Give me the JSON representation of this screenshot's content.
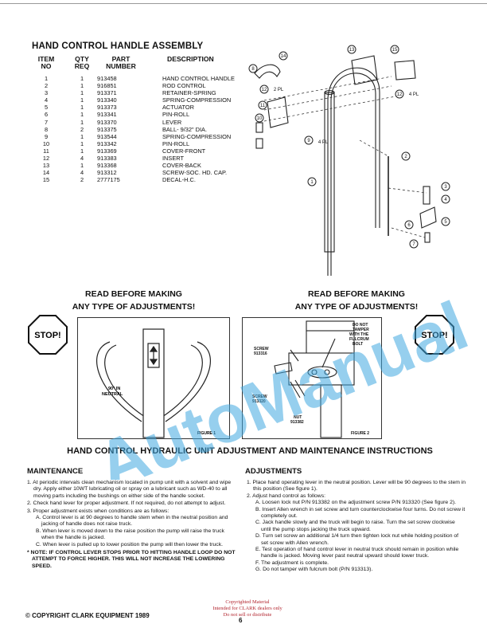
{
  "header": {
    "title": "HAND CONTROL HANDLE ASSEMBLY"
  },
  "parts_table": {
    "col_item": [
      "ITEM",
      "NO"
    ],
    "col_qty": [
      "QTY",
      "REQ"
    ],
    "col_part": [
      "PART",
      "NUMBER"
    ],
    "col_desc": "DESCRIPTION",
    "rows": [
      {
        "item": "1",
        "qty": "1",
        "part": "913458",
        "desc": "HAND CONTROL HANDLE"
      },
      {
        "item": "2",
        "qty": "1",
        "part": "916851",
        "desc": "ROD CONTROL"
      },
      {
        "item": "3",
        "qty": "1",
        "part": "913371",
        "desc": "RETAINER-SPRING"
      },
      {
        "item": "4",
        "qty": "1",
        "part": "913340",
        "desc": "SPRING-COMPRESSION"
      },
      {
        "item": "5",
        "qty": "1",
        "part": "913373",
        "desc": "ACTUATOR"
      },
      {
        "item": "6",
        "qty": "1",
        "part": "913341",
        "desc": "PIN-ROLL"
      },
      {
        "item": "7",
        "qty": "1",
        "part": "913370",
        "desc": "LEVER"
      },
      {
        "item": "8",
        "qty": "2",
        "part": "913375",
        "desc": "BALL- 9/32\" DIA."
      },
      {
        "item": "9",
        "qty": "1",
        "part": "913544",
        "desc": "SPRING-COMPRESSION"
      },
      {
        "item": "10",
        "qty": "1",
        "part": "913342",
        "desc": "PIN-ROLL"
      },
      {
        "item": "11",
        "qty": "1",
        "part": "913369",
        "desc": "COVER-FRONT"
      },
      {
        "item": "12",
        "qty": "4",
        "part": "913383",
        "desc": "INSERT"
      },
      {
        "item": "13",
        "qty": "1",
        "part": "913368",
        "desc": "COVER-BACK"
      },
      {
        "item": "14",
        "qty": "4",
        "part": "913312",
        "desc": "SCREW-SOC. HD. CAP."
      },
      {
        "item": "15",
        "qty": "2",
        "part": "2777175",
        "desc": "DECAL-H.C."
      }
    ]
  },
  "diagram": {
    "callouts": [
      "1",
      "2",
      "3",
      "4",
      "5",
      "6",
      "7",
      "8",
      "9",
      "10",
      "11",
      "12",
      "13",
      "14",
      "15"
    ],
    "qty_notes": [
      "2 PL",
      "4 PL",
      "4 PL"
    ]
  },
  "warnings": {
    "read_line1": "READ BEFORE MAKING",
    "read_line2": "ANY TYPE OF ADJUSTMENTS!",
    "stop": "STOP!"
  },
  "figure1": {
    "neutral_label": [
      "90° IN",
      "NEUTRAL"
    ],
    "caption": "FIGURE 1"
  },
  "figure2": {
    "tamper": [
      "DO NOT",
      "TAMPER",
      "WITH THE",
      "FULCRUM",
      "BOLT"
    ],
    "screw1": [
      "SCREW",
      "913316"
    ],
    "screw2": [
      "SCREW",
      "913320"
    ],
    "nut": [
      "NUT",
      "913382"
    ],
    "caption": "FIGURE 2"
  },
  "section_title": "HAND CONTROL HYDRAULIC UNIT ADJUSTMENT AND MAINTENANCE INSTRUCTIONS",
  "maintenance": {
    "heading": "MAINTENANCE",
    "lines": [
      {
        "cls": "num",
        "text": "1. At periodic intervals clean mechanism located in pump unit with a solvent and wipe dry. Apply either 10WT lubricating oil or spray on a lubricant such as WD-40 to all moving parts including the bushings on either side of the handle socket."
      },
      {
        "cls": "num gap",
        "text": "2. Check hand lever for proper adjustment. If not required, do not attempt to adjust."
      },
      {
        "cls": "num gap",
        "text": "3. Proper adjustment exists when conditions are as follows:"
      },
      {
        "cls": "sub",
        "text": "A. Control lever is at 90 degrees to handle stem when in the neutral position and jacking of handle does not raise truck."
      },
      {
        "cls": "sub",
        "text": "B. When lever is moved down to the raise position the pump will raise the truck when the handle is jacked."
      },
      {
        "cls": "sub",
        "text": "C. When lever is pulled up to lower position the pump will then lower the truck."
      },
      {
        "cls": "note",
        "text": "* NOTE: IF CONTROL LEVER STOPS PRIOR TO HITTING HANDLE LOOP DO NOT ATTEMPT TO FORCE HIGHER. THIS WILL NOT INCREASE THE LOWERING SPEED."
      }
    ]
  },
  "adjustments": {
    "heading": "ADJUSTMENTS",
    "lines": [
      {
        "cls": "num",
        "text": "1. Place hand operating lever in the neutral position. Lever will be 90 degrees to the stem in this position (See figure 1)."
      },
      {
        "cls": "num",
        "text": "2. Adjust hand control as follows:"
      },
      {
        "cls": "sub",
        "text": "A. Loosen lock nut P/N 913382 on the adjustment screw P/N 913320 (See figure 2)."
      },
      {
        "cls": "sub",
        "text": "B. Insert Allen wrench in set screw and turn counterclockwise four turns. Do not screw it completely out."
      },
      {
        "cls": "sub",
        "text": "C. Jack handle slowly and the truck will begin to raise. Turn the set screw clockwise until the pump stops jacking the truck upward."
      },
      {
        "cls": "sub",
        "text": "D. Turn set screw an additional 1/4 turn then tighten lock nut while holding position of set screw with Allen wrench."
      },
      {
        "cls": "sub",
        "text": "E. Test operation of hand control lever in neutral truck should remain in position while handle is jacked. Moving lever past neutral upward should lower truck."
      },
      {
        "cls": "sub",
        "text": "F. The adjustment is complete."
      },
      {
        "cls": "sub",
        "text": "G. Do not tamper with fulcrum bolt (P/N 913313)."
      }
    ]
  },
  "footer": {
    "copyright": "© COPYRIGHT CLARK EQUIPMENT 1989",
    "stamp": [
      "Copyrighted Material",
      "Intended for CLARK dealers only",
      "Do not sell or distribute"
    ],
    "page_num": "6"
  },
  "watermark": {
    "text": "AutoManual",
    "color": "#3fa8e0"
  }
}
